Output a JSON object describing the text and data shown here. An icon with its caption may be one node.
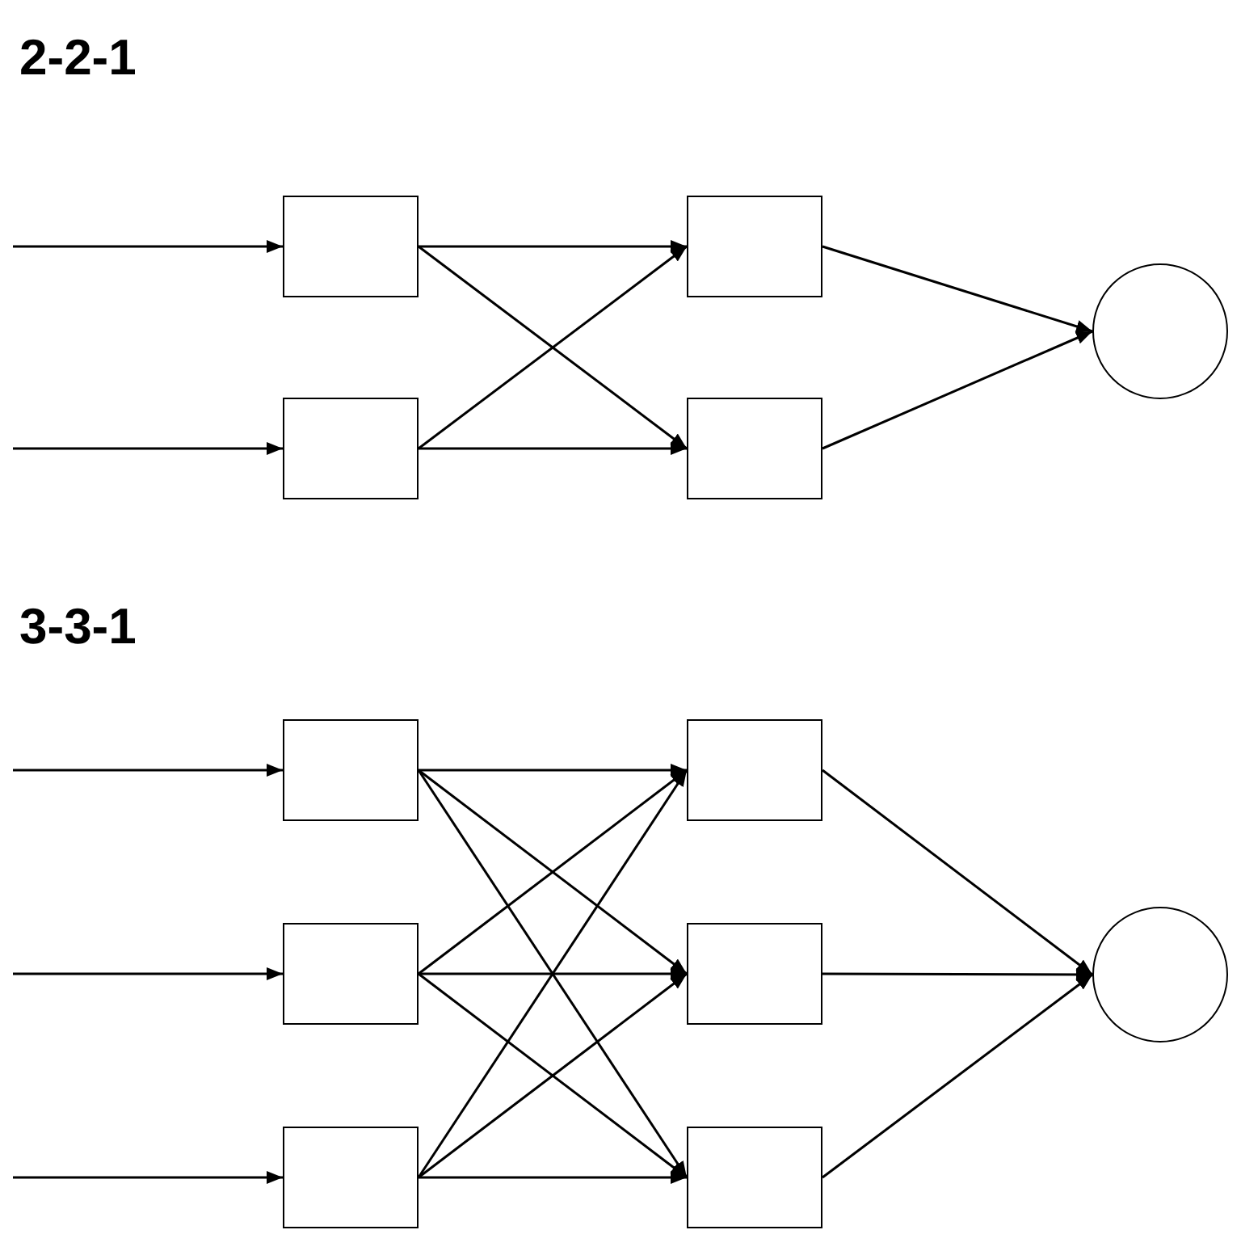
{
  "diagram": {
    "nodes": [
      {
        "text": [],
        "shape": "box"
      },
      {
        "text": [],
        "shape": "box"
      },
      {
        "text": [],
        "shape": "box"
      },
      {
        "text": [],
        "shape": "box"
      },
      {
        "text": [],
        "shape": "circle"
      },
      {
        "text": [],
        "shape": "box"
      },
      {
        "text": [],
        "shape": "box"
      },
      {
        "text": [],
        "shape": "box"
      },
      {
        "text": [],
        "shape": "box"
      },
      {
        "text": [],
        "shape": "box"
      },
      {
        "text": [],
        "shape": "box"
      },
      {
        "text": [],
        "shape": "circle"
      }
    ],
    "edges": [
      {
        "from": null,
        "to": 0,
        "arrow": "to"
      },
      {
        "from": null,
        "to": 1,
        "arrow": "to"
      },
      {
        "from": 0,
        "to": 2,
        "arrow": "to"
      },
      {
        "from": 0,
        "to": 3,
        "arrow": "to"
      },
      {
        "from": 1,
        "to": 2,
        "arrow": "to"
      },
      {
        "from": 1,
        "to": 3,
        "arrow": "to"
      },
      {
        "from": 2,
        "to": 4,
        "arrow": "to"
      },
      {
        "from": 3,
        "to": 4,
        "arrow": "to"
      },
      {
        "from": null,
        "to": 5,
        "arrow": "to"
      },
      {
        "from": null,
        "to": 6,
        "arrow": "to"
      },
      {
        "from": null,
        "to": 7,
        "arrow": "to"
      },
      {
        "from": 5,
        "to": 8,
        "arrow": "to"
      },
      {
        "from": 5,
        "to": 9,
        "arrow": "to"
      },
      {
        "from": 5,
        "to": 10,
        "arrow": "to"
      },
      {
        "from": 6,
        "to": 8,
        "arrow": "to"
      },
      {
        "from": 6,
        "to": 9,
        "arrow": "to"
      },
      {
        "from": 6,
        "to": 10,
        "arrow": "to"
      },
      {
        "from": 7,
        "to": 8,
        "arrow": "to"
      },
      {
        "from": 7,
        "to": 9,
        "arrow": "to"
      },
      {
        "from": 7,
        "to": 10,
        "arrow": "to"
      },
      {
        "from": 8,
        "to": 11,
        "arrow": "to"
      },
      {
        "from": 9,
        "to": 11,
        "arrow": "to"
      },
      {
        "from": 10,
        "to": 11,
        "arrow": "to"
      }
    ],
    "labels": [
      "2-2-1",
      "3-3-1"
    ]
  }
}
